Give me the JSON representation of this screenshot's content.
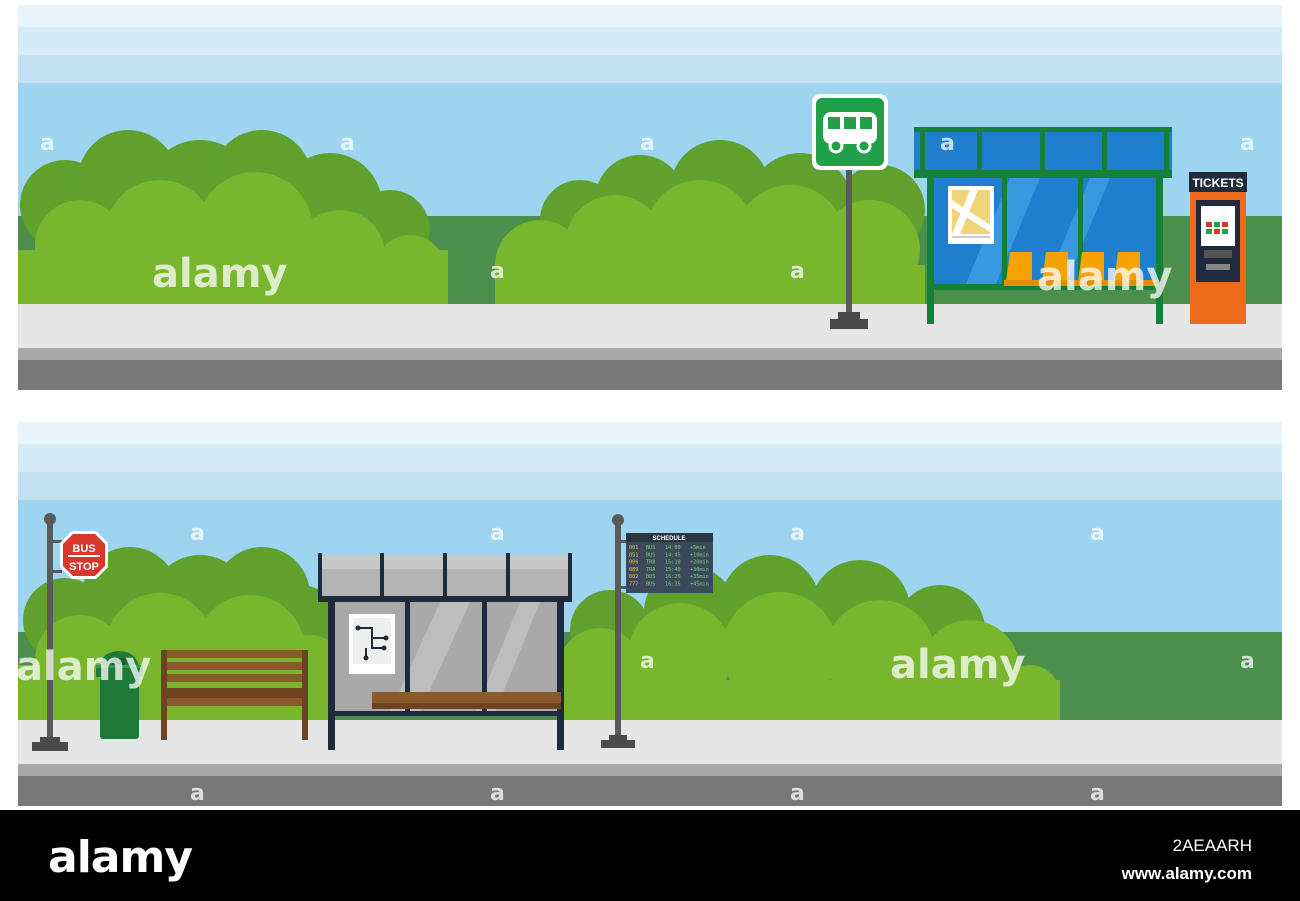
{
  "panel1": {
    "tickets_label": "TICKETS"
  },
  "panel2": {
    "stop_sign_line1": "BUS",
    "stop_sign_line2": "STOP",
    "schedule_title": "SCHEDULE",
    "schedule_rows": [
      [
        "001",
        "BUS",
        "14:00",
        "+5min"
      ],
      [
        "051",
        "BUS",
        "14:45",
        "+10min"
      ],
      [
        "006",
        "TRB",
        "15:10",
        "+20min"
      ],
      [
        "089",
        "TRA",
        "15:40",
        "+30min"
      ],
      [
        "002",
        "BUS",
        "16:20",
        "+35min"
      ],
      [
        "777",
        "BUS",
        "16:35",
        "+45min"
      ]
    ]
  },
  "watermark": {
    "text": "alamy",
    "small": "a"
  },
  "footer": {
    "brand": "alamy",
    "image_id": "2AEAARH",
    "url": "www.alamy.com"
  },
  "colors": {
    "sky_band": "#e1eff7",
    "sky": "#9dd4f0",
    "bush_dark": "#5fa12c",
    "bush_light": "#78b62e",
    "distant_field": "#4b8f4a",
    "sidewalk": "#e5e5e5",
    "road": "#787878",
    "shelter1_frame": "#16803a",
    "shelter1_glass": "#1e7fcf",
    "ticket_machine": "#ee6a1c",
    "shelter2_frame": "#1f2a3d",
    "bench": "#8b5a2b",
    "bus_stop_sign": "#d9362c",
    "bin": "#1f7a3a"
  }
}
